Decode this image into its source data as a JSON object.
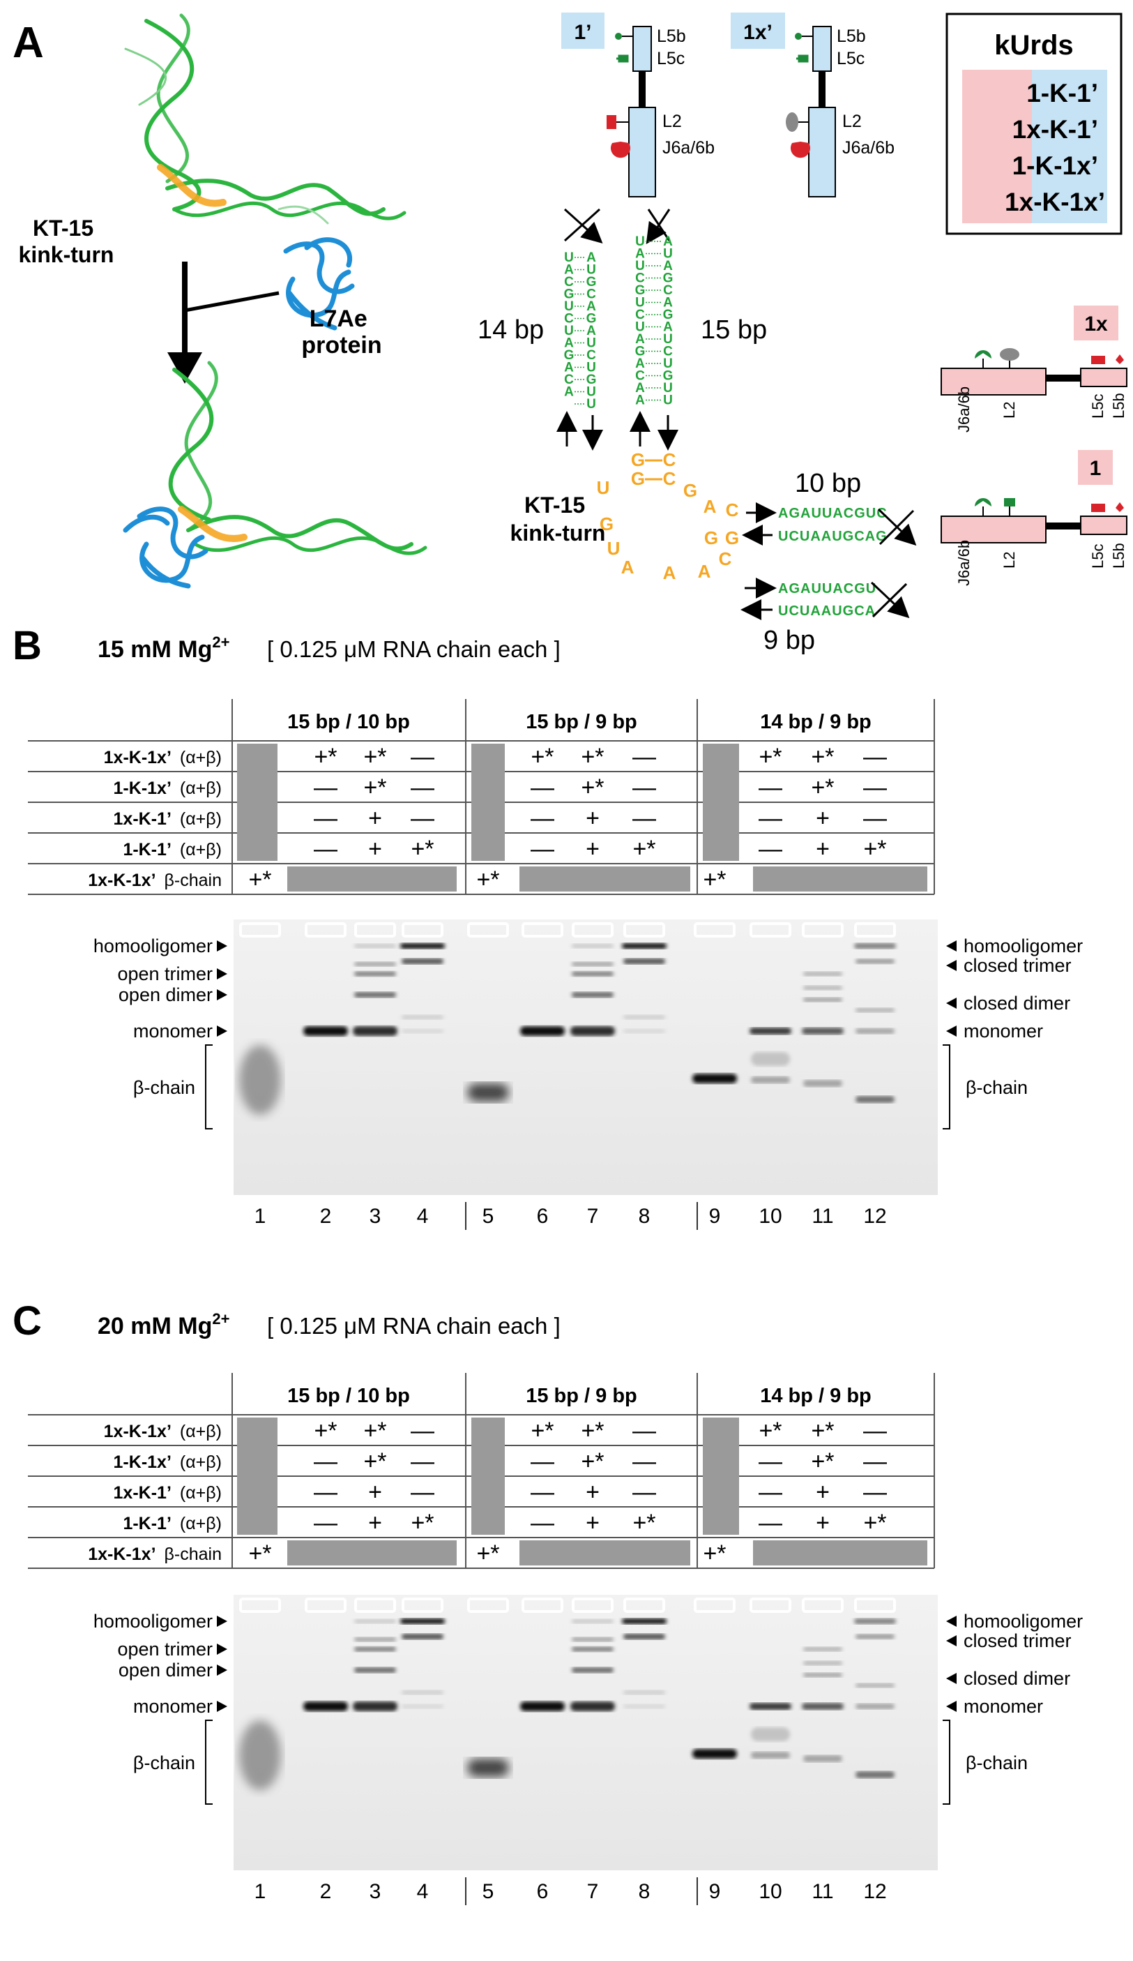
{
  "panelA": {
    "letter": "A",
    "kt_label": [
      "KT-15",
      "kink-turn"
    ],
    "protein_label": [
      "L7Ae",
      "protein"
    ],
    "struct_1p": {
      "tag": "1’",
      "labels": [
        "L5b",
        "L5c",
        "L2",
        "J6a/6b"
      ]
    },
    "struct_1xp": {
      "tag": "1x’",
      "labels": [
        "L5b",
        "L5c",
        "L2",
        "J6a/6b"
      ]
    },
    "kurds": {
      "title": "kUrds",
      "rows": [
        "1-K-1’",
        "1x-K-1’",
        "1-K-1x’",
        "1x-K-1x’"
      ]
    },
    "bp_14": "14 bp",
    "bp_15": "15 bp",
    "bp_10": "10 bp",
    "bp_9": "9 bp",
    "kt_center_label": [
      "KT-15",
      "kink-turn"
    ],
    "stem14_left": [
      "U",
      "A",
      "C",
      "G",
      "U",
      "C",
      "U",
      "A",
      "G",
      "A",
      "C",
      "A"
    ],
    "stem14_right": [
      "A",
      "U",
      "G",
      "C",
      "A",
      "G",
      "A",
      "U",
      "C",
      "U",
      "G",
      "U",
      "U"
    ],
    "stem15_left": [
      "U",
      "A",
      "U",
      "C",
      "G",
      "U",
      "C",
      "U",
      "A",
      "G",
      "A",
      "C",
      "A",
      "A"
    ],
    "stem15_right": [
      "A",
      "U",
      "A",
      "G",
      "C",
      "A",
      "G",
      "A",
      "U",
      "C",
      "U",
      "G",
      "U",
      "U"
    ],
    "kt_letters": [
      {
        "t": "G"
      },
      {
        "t": "C"
      },
      {
        "t": "G"
      },
      {
        "t": "C"
      },
      {
        "t": "G"
      },
      {
        "t": "A"
      },
      {
        "t": "U"
      },
      {
        "t": "A"
      },
      {
        "t": "G"
      },
      {
        "t": "C"
      },
      {
        "t": "U"
      },
      {
        "t": "G"
      },
      {
        "t": "A"
      },
      {
        "t": "A"
      },
      {
        "t": "C"
      },
      {
        "t": "G"
      }
    ],
    "seq10_top": "AGAUUACGUC",
    "seq10_bot": "UCUAAUGCAG",
    "seq9_top": "AGAUUACGU",
    "seq9_bot": "UCUAAUGCA",
    "struct_1x": {
      "tag": "1x",
      "labels": [
        "J6a/6b",
        "L2",
        "L5c",
        "L5b"
      ]
    },
    "struct_1": {
      "tag": "1",
      "labels": [
        "J6a/6b",
        "L2",
        "L5c",
        "L5b"
      ]
    },
    "colors": {
      "rna_green": "#2bb53f",
      "kt_orange": "#f5a623",
      "protein_blue": "#1e8fd6",
      "tag_blue": "#c6e2f5",
      "tag_pink": "#f7c6c9",
      "motif_red": "#d8232a",
      "motif_green": "#1d8a3a"
    }
  },
  "panelB": {
    "letter": "B",
    "mg": "15 mM Mg",
    "mg_sup": "2+",
    "conc": "[ 0.125 μM RNA chain each ]"
  },
  "panelC": {
    "letter": "C",
    "mg": "20 mM Mg",
    "mg_sup": "2+",
    "conc": "[ 0.125 μM RNA chain each ]"
  },
  "gel_table": {
    "groups": [
      "15 bp / 10 bp",
      "15 bp / 9 bp",
      "14 bp / 9 bp"
    ],
    "row_labels": [
      {
        "name": "1x-K-1x’",
        "suffix": "(α+β)"
      },
      {
        "name": "1-K-1x’",
        "suffix": "(α+β)"
      },
      {
        "name": "1x-K-1’",
        "suffix": "(α+β)"
      },
      {
        "name": "1-K-1’",
        "suffix": "(α+β)"
      },
      {
        "name": "1x-K-1x’",
        "suffix": "β-chain"
      }
    ],
    "cells": [
      [
        "+*",
        "+*",
        "—"
      ],
      [
        "—",
        "+*",
        "—"
      ],
      [
        "—",
        "+",
        "—"
      ],
      [
        "—",
        "+",
        "+*"
      ]
    ],
    "beta_cell": "+*",
    "lanes": [
      "1",
      "2",
      "3",
      "4",
      "5",
      "6",
      "7",
      "8",
      "9",
      "10",
      "11",
      "12"
    ],
    "left_labels": [
      "homooligomer",
      "open trimer",
      "open dimer",
      "monomer",
      "β-chain"
    ],
    "right_labels": [
      "homooligomer",
      "closed trimer",
      "closed dimer",
      "monomer",
      "β-chain"
    ]
  }
}
